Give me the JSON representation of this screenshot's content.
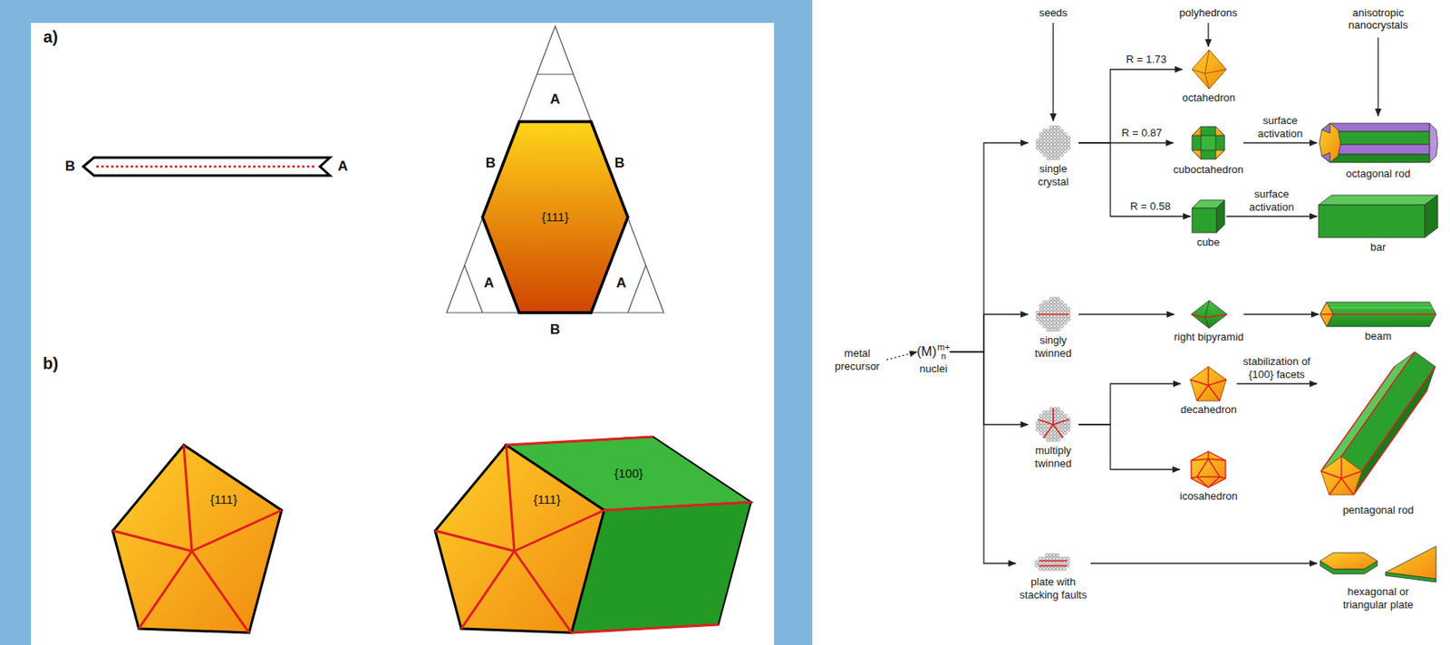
{
  "diagram": {
    "nodes": [
      {
        "text": [
          "metal precursor"
        ]
      },
      {
        "text": [
          "(M)",
          "m+",
          "n",
          "nuclei"
        ]
      },
      {
        "text": [
          "single crystal"
        ]
      },
      {
        "text": [
          "octahedron"
        ]
      },
      {
        "text": [
          "cuboctahedron"
        ]
      },
      {
        "text": [
          "octagonal rod"
        ]
      },
      {
        "text": [
          "cube"
        ]
      },
      {
        "text": [
          "bar"
        ]
      },
      {
        "text": [
          "singly twinned"
        ]
      },
      {
        "text": [
          "right bipyramid"
        ]
      },
      {
        "text": [
          "beam"
        ]
      },
      {
        "text": [
          "multiply twinned"
        ]
      },
      {
        "text": [
          "decahedron"
        ]
      },
      {
        "text": [
          "pentagonal rod"
        ]
      },
      {
        "text": [
          "icosahedron"
        ]
      },
      {
        "text": [
          "plate with stacking faults"
        ]
      },
      {
        "text": [
          "hexagonal or triangular plate"
        ]
      }
    ],
    "edges": [
      {
        "from": 0,
        "to": 1,
        "arrow": "to"
      },
      {
        "from": 1,
        "to": 2,
        "arrow": "to"
      },
      {
        "from": 1,
        "to": 8,
        "arrow": "to"
      },
      {
        "from": 1,
        "to": 11,
        "arrow": "to"
      },
      {
        "from": 1,
        "to": 15,
        "arrow": "to"
      },
      {
        "from": 2,
        "to": 3,
        "label": "R = 1.73",
        "arrow": "to"
      },
      {
        "from": 2,
        "to": 4,
        "label": "R = 0.87",
        "arrow": "to"
      },
      {
        "from": 2,
        "to": 6,
        "label": "R = 0.58",
        "arrow": "to"
      },
      {
        "from": 4,
        "to": 5,
        "label": "surface activation",
        "arrow": "to"
      },
      {
        "from": 6,
        "to": 7,
        "label": "surface activation",
        "arrow": "to"
      },
      {
        "from": 8,
        "to": 9,
        "arrow": "to"
      },
      {
        "from": 9,
        "to": 10,
        "arrow": "to"
      },
      {
        "from": 11,
        "to": 12,
        "arrow": "to"
      },
      {
        "from": 11,
        "to": 14,
        "arrow": "to"
      },
      {
        "from": 12,
        "to": 13,
        "label": "stabilization of {100} facets",
        "arrow": "to"
      },
      {
        "from": 15,
        "to": 16,
        "arrow": "to"
      }
    ],
    "labels": [
      "a)",
      "B",
      "A",
      "A",
      "B",
      "B",
      "{111}",
      "A",
      "A",
      "B",
      "b)",
      "{111}",
      "{111}",
      "{100}",
      "seeds",
      "polyhedrons",
      "anisotropic nanocrystals"
    ]
  }
}
